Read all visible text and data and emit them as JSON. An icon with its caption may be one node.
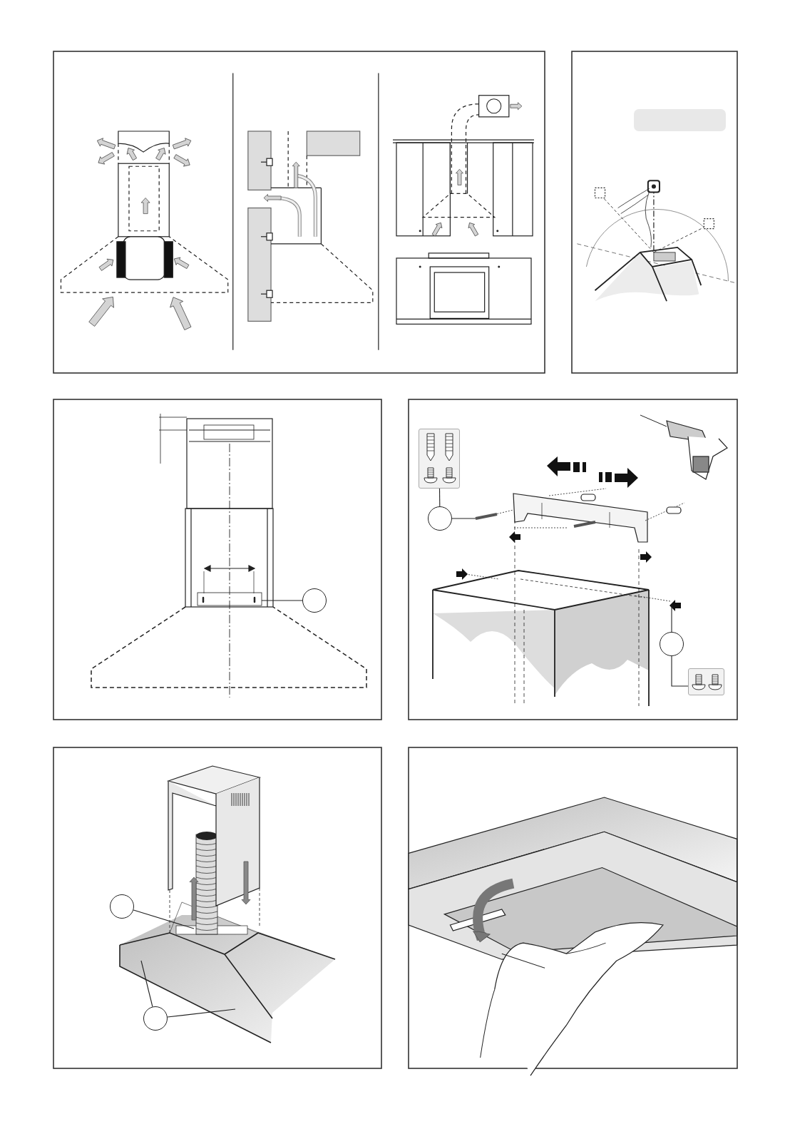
{
  "diagram": {
    "nodes": [
      {
        "text": [],
        "shape": "box"
      },
      {
        "text": [],
        "shape": "circle"
      },
      {
        "text": [],
        "shape": "picture"
      },
      {
        "text": [],
        "shape": "circle"
      },
      {
        "text": [],
        "shape": "circle"
      },
      {
        "text": [],
        "shape": "picture"
      },
      {
        "text": [],
        "shape": "circle"
      },
      {
        "text": [],
        "shape": "circle"
      }
    ],
    "edges": [
      {
        "from": 1,
        "to": null,
        "arrow": "none"
      },
      {
        "from": 3,
        "to": 2,
        "arrow": "none"
      },
      {
        "from": 3,
        "to": null,
        "arrow": "none"
      },
      {
        "from": 4,
        "to": null,
        "arrow": "none"
      },
      {
        "from": 4,
        "to": 5,
        "arrow": "none"
      },
      {
        "from": 6,
        "to": null,
        "arrow": "none"
      },
      {
        "from": 7,
        "to": null,
        "arrow": "none"
      },
      {
        "from": 7,
        "to": null,
        "arrow": "none"
      }
    ]
  }
}
